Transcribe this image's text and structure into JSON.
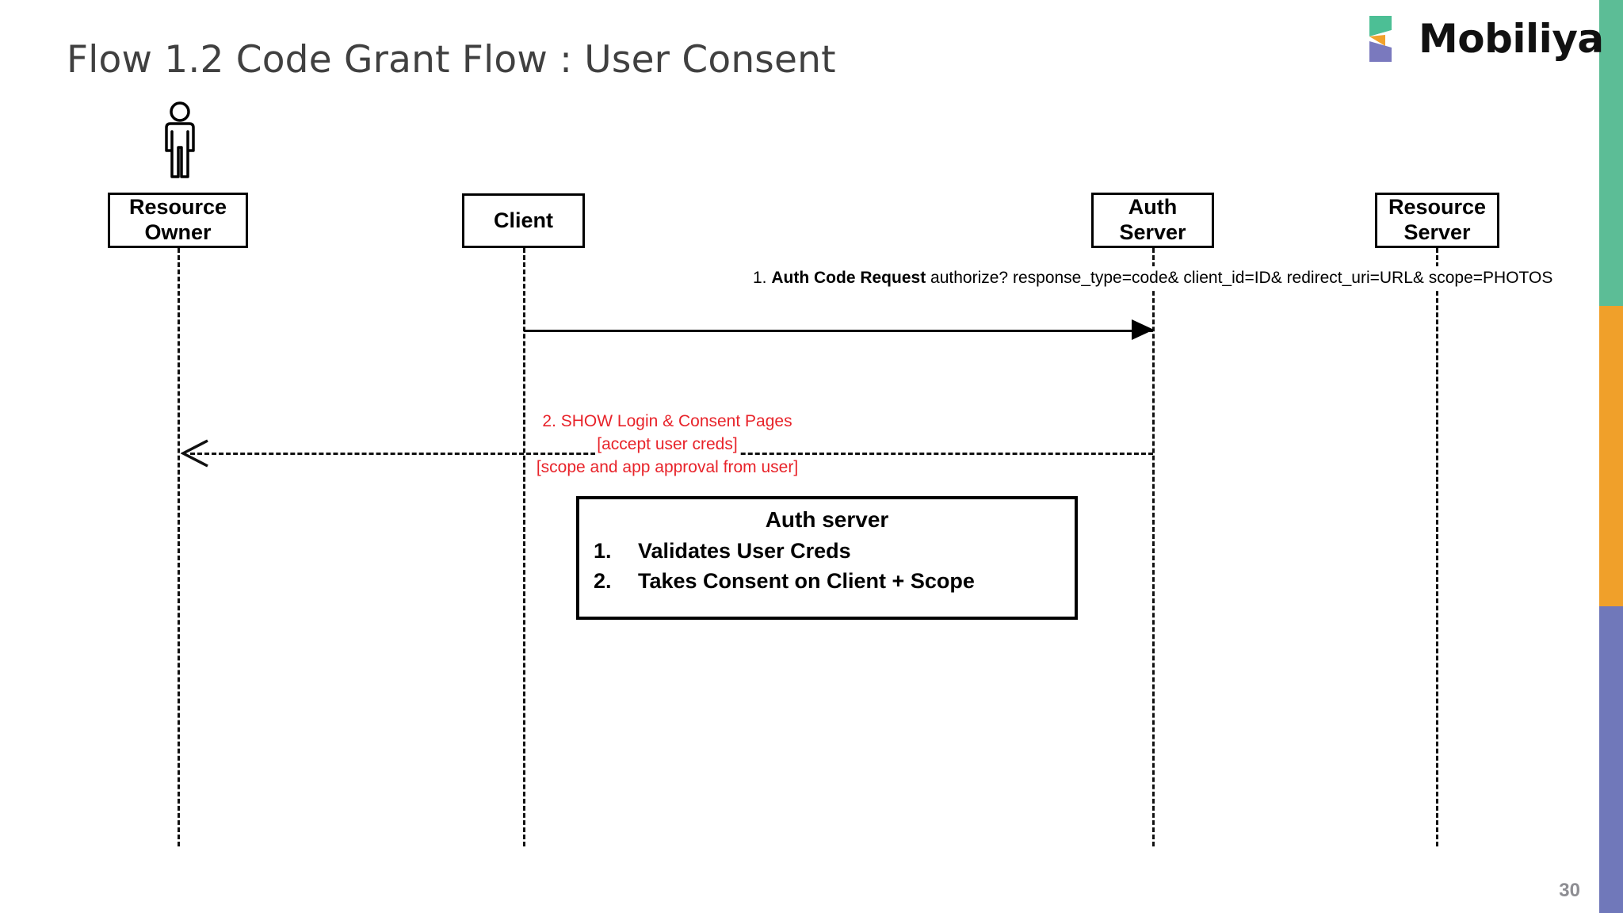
{
  "slide": {
    "title": "Flow 1.2 Code Grant Flow : User Consent",
    "page_number": "30",
    "brand": {
      "name": "Mobiliya",
      "mark_colors": [
        "#4CBF95",
        "#F2A22C",
        "#7A79BE"
      ],
      "text_color": "#111111"
    },
    "edge_strip": {
      "green": "#5CBD96",
      "orange": "#F0A02A",
      "purple": "#7078BA"
    }
  },
  "diagram": {
    "type": "uml-sequence",
    "participants": [
      {
        "id": "resource-owner",
        "line1": "Resource",
        "line2": "Owner",
        "has_actor_icon": true
      },
      {
        "id": "client",
        "line1": "Client",
        "line2": "",
        "has_actor_icon": false
      },
      {
        "id": "auth-server",
        "line1": "Auth",
        "line2": "Server",
        "has_actor_icon": false
      },
      {
        "id": "resource-server",
        "line1": "Resource",
        "line2": "Server",
        "has_actor_icon": false
      }
    ],
    "messages": [
      {
        "id": "auth-code-request",
        "number": "1.",
        "title": "Auth Code Request",
        "from": "client",
        "to": "auth-server",
        "style": "solid-filled-arrow",
        "body_lines": [
          "authorize?",
          "response_type=code&",
          "client_id=ID&",
          "redirect_uri=URL&",
          "scope=PHOTOS"
        ]
      },
      {
        "id": "show-login-consent",
        "from": "auth-server",
        "to": "resource-owner",
        "style": "dashed-open-arrow",
        "color": "#E8232A",
        "lines": [
          "2. SHOW Login & Consent Pages",
          "[accept user creds]",
          "[scope and app approval from user]"
        ]
      }
    ],
    "note": {
      "id": "auth-server-note",
      "title": "Auth server",
      "items": [
        {
          "num": "1.",
          "text": "Validates User Creds"
        },
        {
          "num": "2.",
          "text": "Takes Consent on Client + Scope"
        }
      ]
    }
  }
}
